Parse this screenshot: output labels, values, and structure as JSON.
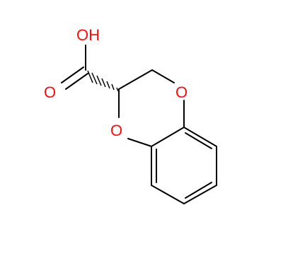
{
  "structure": {
    "atoms": {
      "hydroxyl": "OH",
      "carbonyl_oxygen": "O",
      "ring_oxygen_top": "O",
      "ring_oxygen_left": "O"
    },
    "colors": {
      "bond": "#000000",
      "oxygen": "#ff0d0d",
      "background": "#ffffff"
    }
  }
}
